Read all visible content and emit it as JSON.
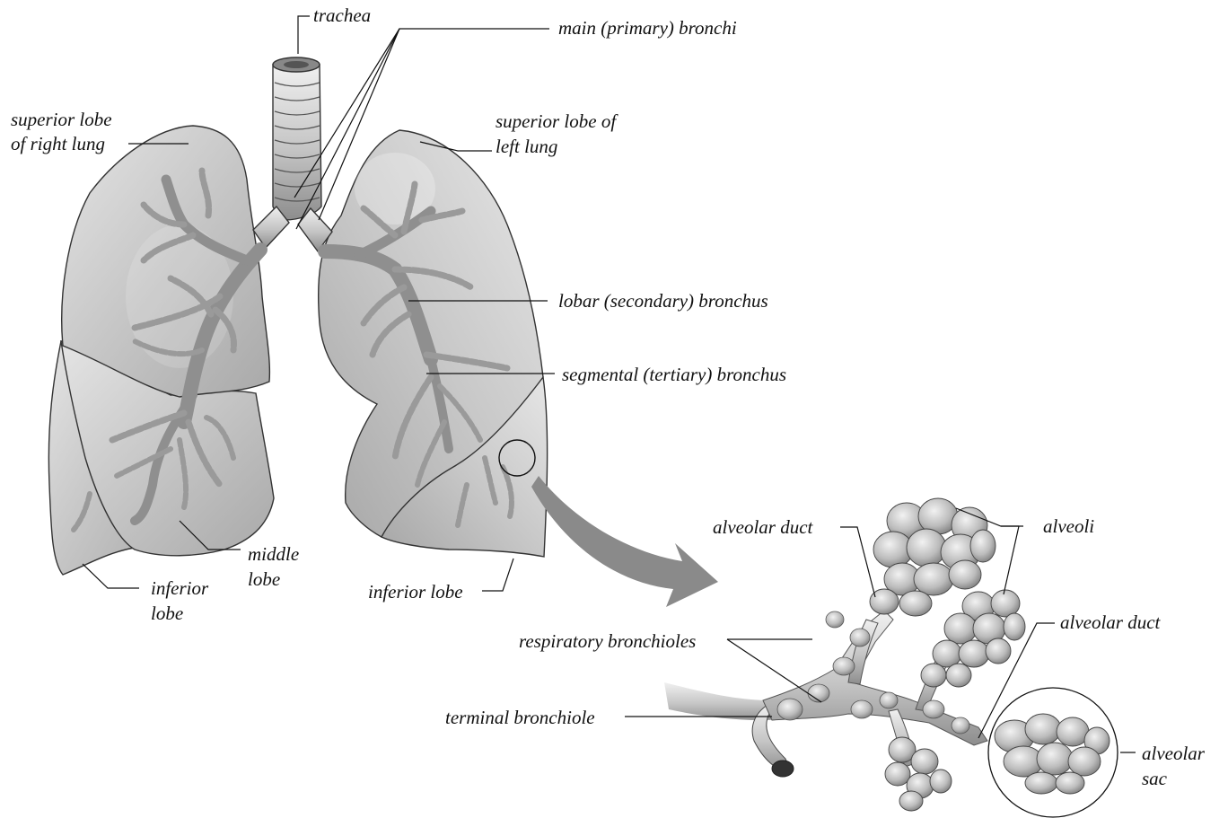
{
  "labels": {
    "trachea": "trachea",
    "main_bronchi": "main (primary) bronchi",
    "sup_right_1": "superior lobe",
    "sup_right_2": "of right lung",
    "sup_left_1": "superior lobe of",
    "sup_left_2": "left lung",
    "lobar": "lobar (secondary) bronchus",
    "segmental": "segmental (tertiary) bronchus",
    "middle_1": "middle",
    "middle_2": "lobe",
    "inf_right_1": "inferior",
    "inf_right_2": "lobe",
    "inf_left": "inferior lobe",
    "alveolar_duct_1": "alveolar duct",
    "alveoli": "alveoli",
    "alveolar_duct_2": "alveolar duct",
    "resp_bronchioles": "respiratory bronchioles",
    "terminal_bronchiole": "terminal bronchiole",
    "alveolar_sac_1": "alveolar",
    "alveolar_sac_2": "sac"
  },
  "colors": {
    "lung_fill": "#c9c9c9",
    "lung_dark": "#9c9c9c",
    "bronchi": "#8f8f8f",
    "arrow": "#8a8a8a",
    "alveoli_fill": "#bdbdbd"
  }
}
